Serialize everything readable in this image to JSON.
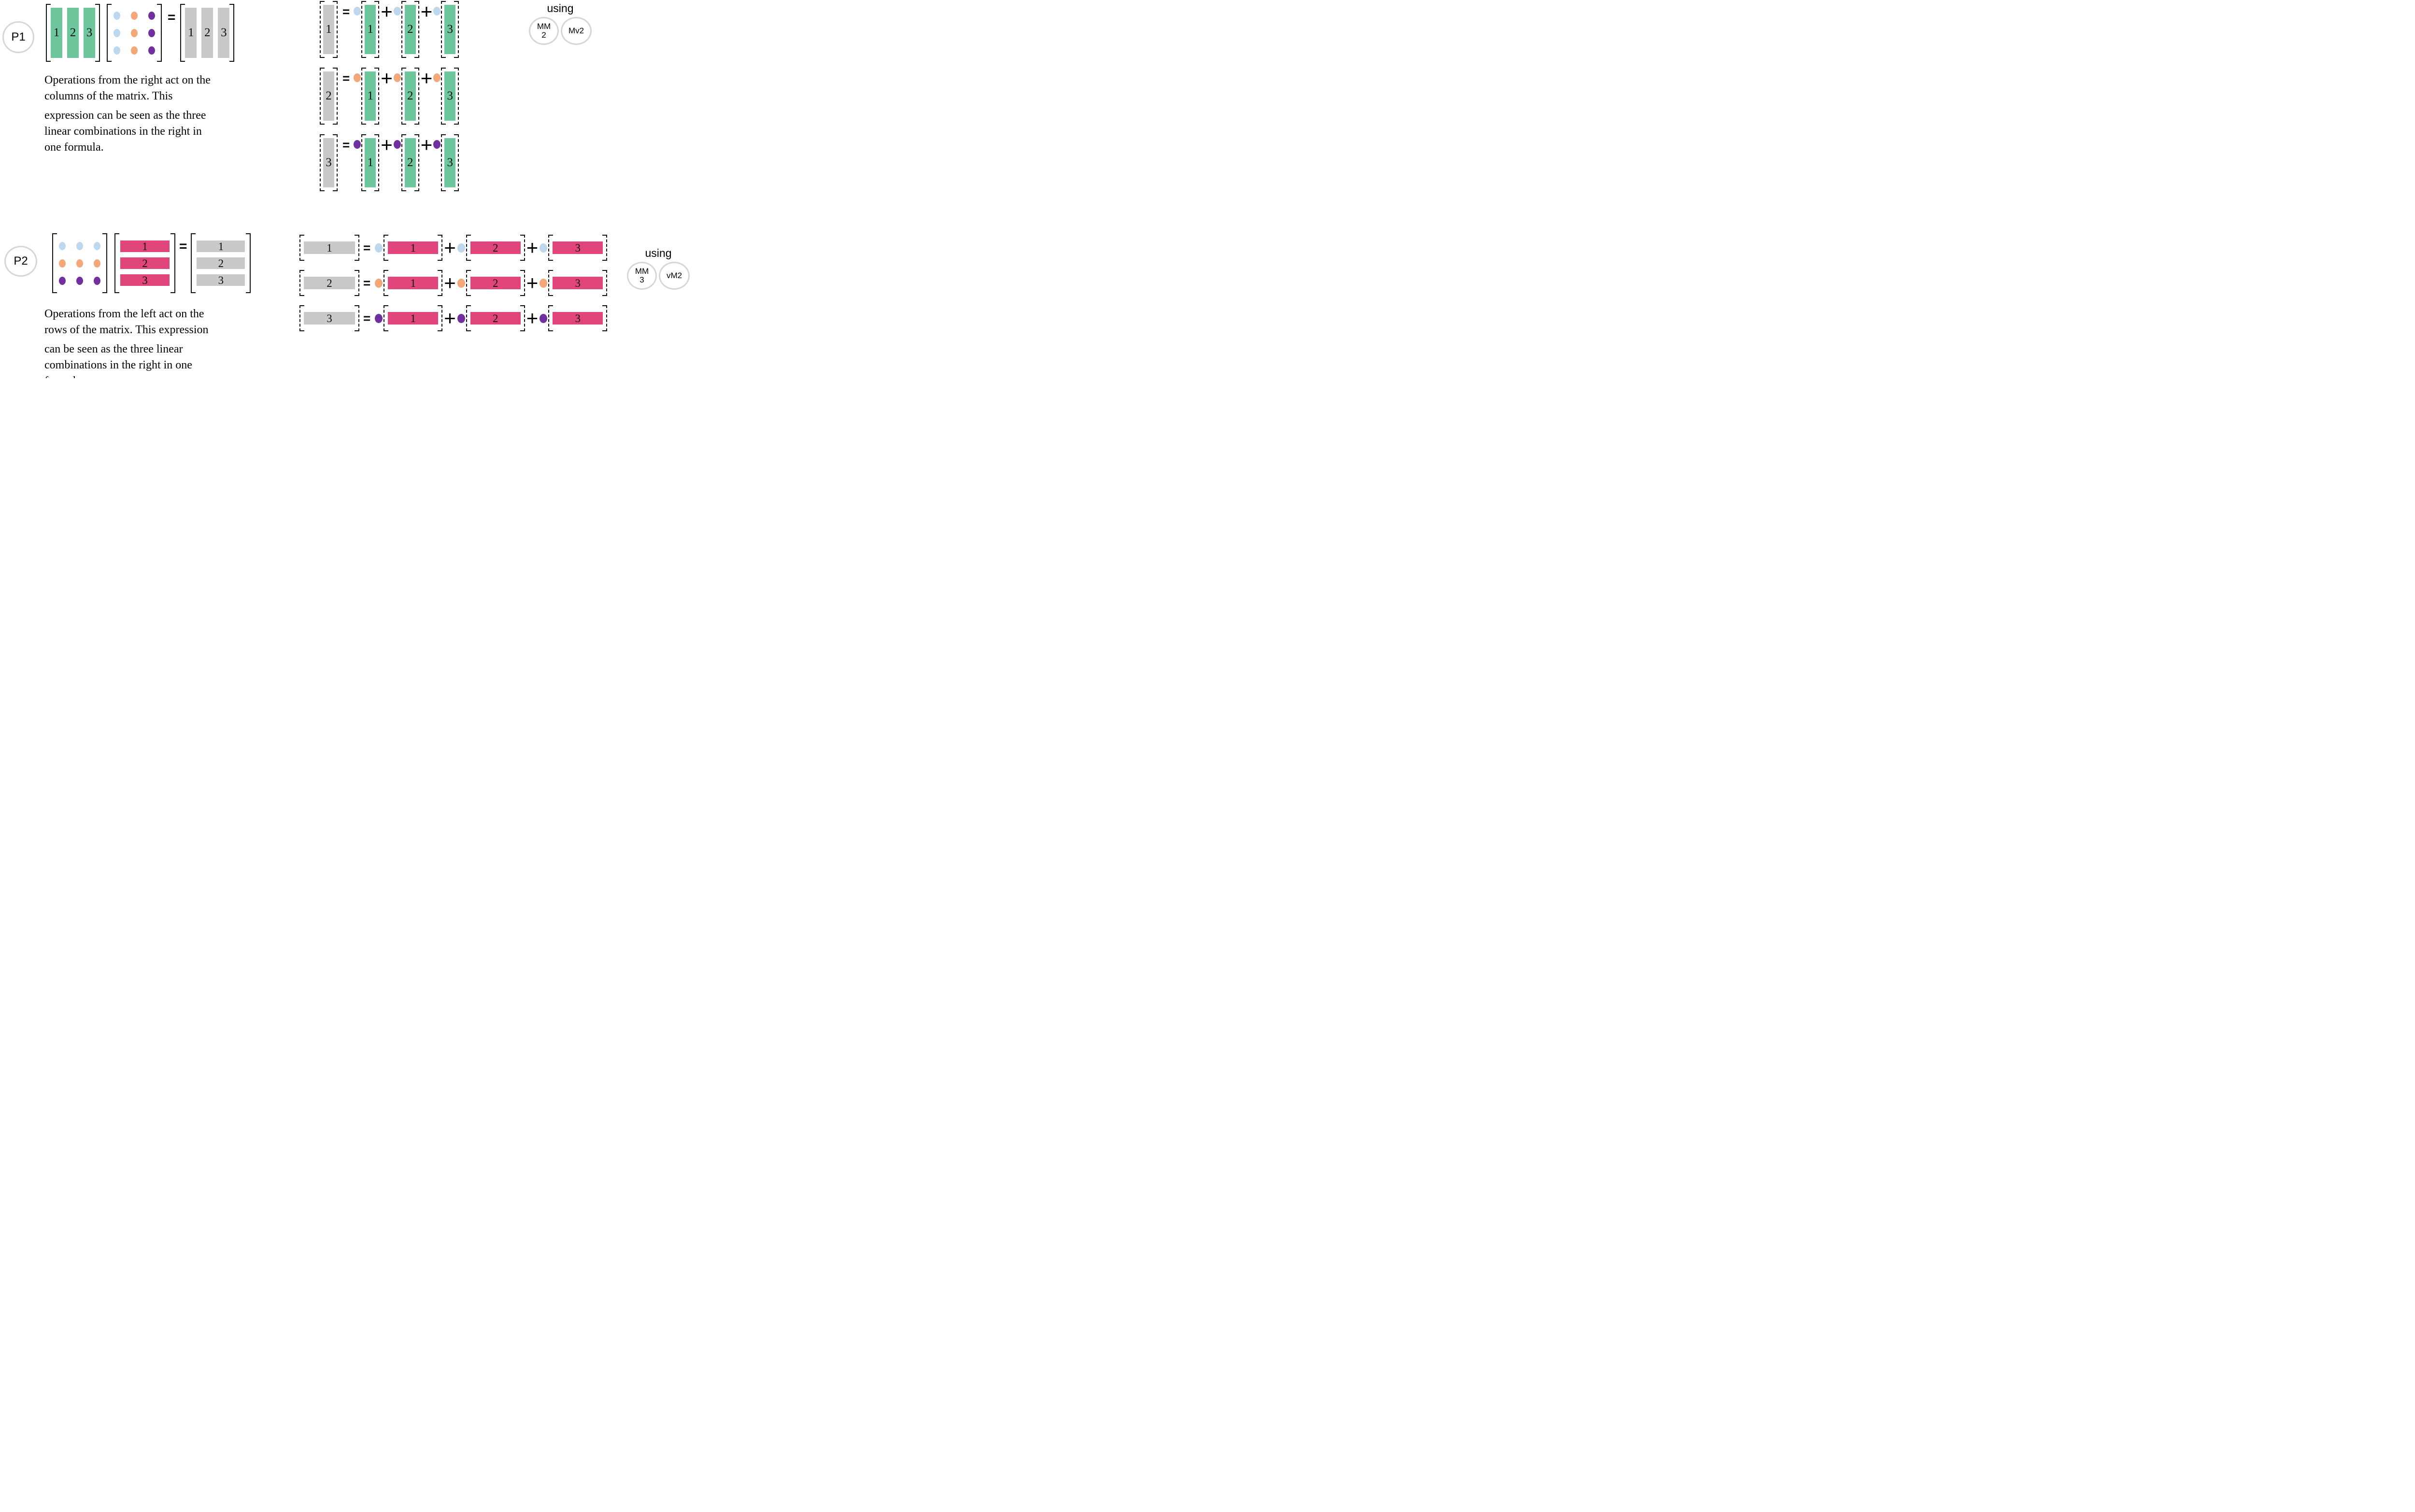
{
  "colors": {
    "green": "#6EC69C",
    "gray": "#C9C9C9",
    "pink": "#E0467C",
    "blue": "#BDD7EE",
    "orange": "#F2A878",
    "purple": "#7030A0",
    "outline": "#D6D6D6",
    "ink": "#111111"
  },
  "ops": {
    "equals": "=",
    "plus": "+"
  },
  "p1": {
    "badge": "P1",
    "left_matrix": {
      "labels": [
        "1",
        "2",
        "3"
      ]
    },
    "coeff_matrix": {
      "column_colors": [
        "#BDD7EE",
        "#F2A878",
        "#7030A0"
      ]
    },
    "result_matrix": {
      "labels": [
        "1",
        "2",
        "3"
      ]
    },
    "description_lines": [
      "Operations from the right act on the",
      "columns of the matrix. This",
      "expression can be seen as the three",
      "linear combinations in the right in",
      "one formula."
    ],
    "equations": [
      {
        "lhs": "1",
        "coeff_color": "#BDD7EE",
        "terms": [
          "1",
          "2",
          "3"
        ]
      },
      {
        "lhs": "2",
        "coeff_color": "#F2A878",
        "terms": [
          "1",
          "2",
          "3"
        ]
      },
      {
        "lhs": "3",
        "coeff_color": "#7030A0",
        "terms": [
          "1",
          "2",
          "3"
        ]
      }
    ],
    "using": {
      "label": "using",
      "tags": [
        {
          "lines": [
            "MM",
            "2"
          ]
        },
        {
          "lines": [
            "Mv2"
          ]
        }
      ]
    }
  },
  "p2": {
    "badge": "P2",
    "coeff_matrix": {
      "row_colors": [
        "#BDD7EE",
        "#F2A878",
        "#7030A0"
      ]
    },
    "center_matrix": {
      "labels": [
        "1",
        "2",
        "3"
      ]
    },
    "result_matrix": {
      "labels": [
        "1",
        "2",
        "3"
      ]
    },
    "description_lines": [
      "Operations from the left act on the",
      "rows of the matrix. This expression",
      "can be seen as the three linear",
      "combinations in the right in one",
      "formula."
    ],
    "equations": [
      {
        "lhs": "1",
        "coeff_color": "#BDD7EE",
        "terms": [
          "1",
          "2",
          "3"
        ]
      },
      {
        "lhs": "2",
        "coeff_color": "#F2A878",
        "terms": [
          "1",
          "2",
          "3"
        ]
      },
      {
        "lhs": "3",
        "coeff_color": "#7030A0",
        "terms": [
          "1",
          "2",
          "3"
        ]
      }
    ],
    "using": {
      "label": "using",
      "tags": [
        {
          "lines": [
            "MM",
            "3"
          ]
        },
        {
          "lines": [
            "vM2"
          ]
        }
      ]
    }
  }
}
